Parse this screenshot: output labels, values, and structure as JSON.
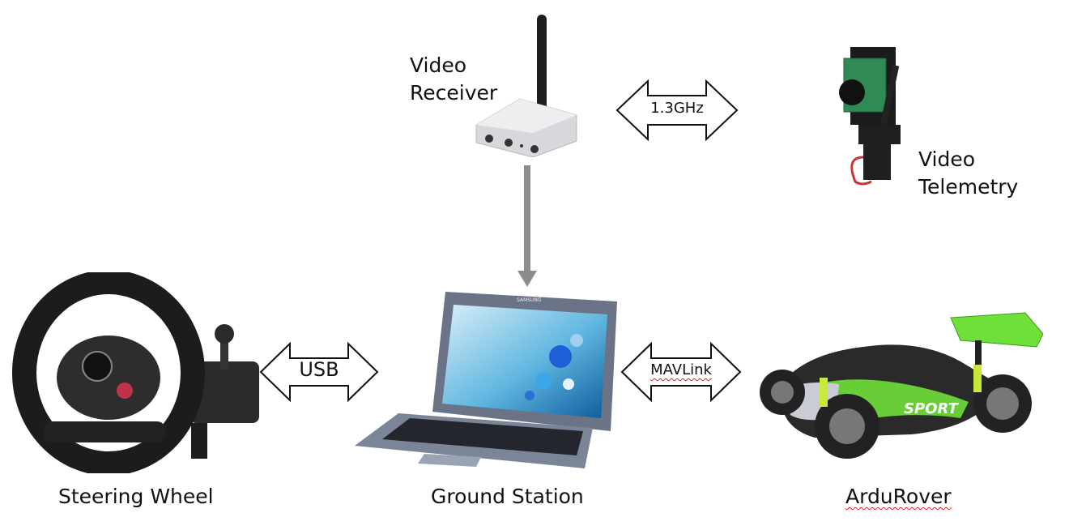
{
  "nodes": {
    "video_receiver": {
      "label_line1": "Video",
      "label_line2": "Receiver"
    },
    "video_telemetry": {
      "label_line1": "Video",
      "label_line2": "Telemetry"
    },
    "steering_wheel": {
      "label": "Steering Wheel"
    },
    "ground_station": {
      "label": "Ground Station",
      "brand": "SAMSUNG"
    },
    "ardurover": {
      "label": "ArduRover",
      "decal": "SPORT"
    }
  },
  "links": {
    "wireless": {
      "label": "1.3GHz"
    },
    "usb": {
      "label": "USB"
    },
    "mavlink": {
      "label": "MAVLink"
    }
  },
  "colors": {
    "down_arrow": "#8c8c8c",
    "spellcheck_underline": "#e02020",
    "car_green": "#6fe03a",
    "laptop_body": "#6b7486"
  }
}
